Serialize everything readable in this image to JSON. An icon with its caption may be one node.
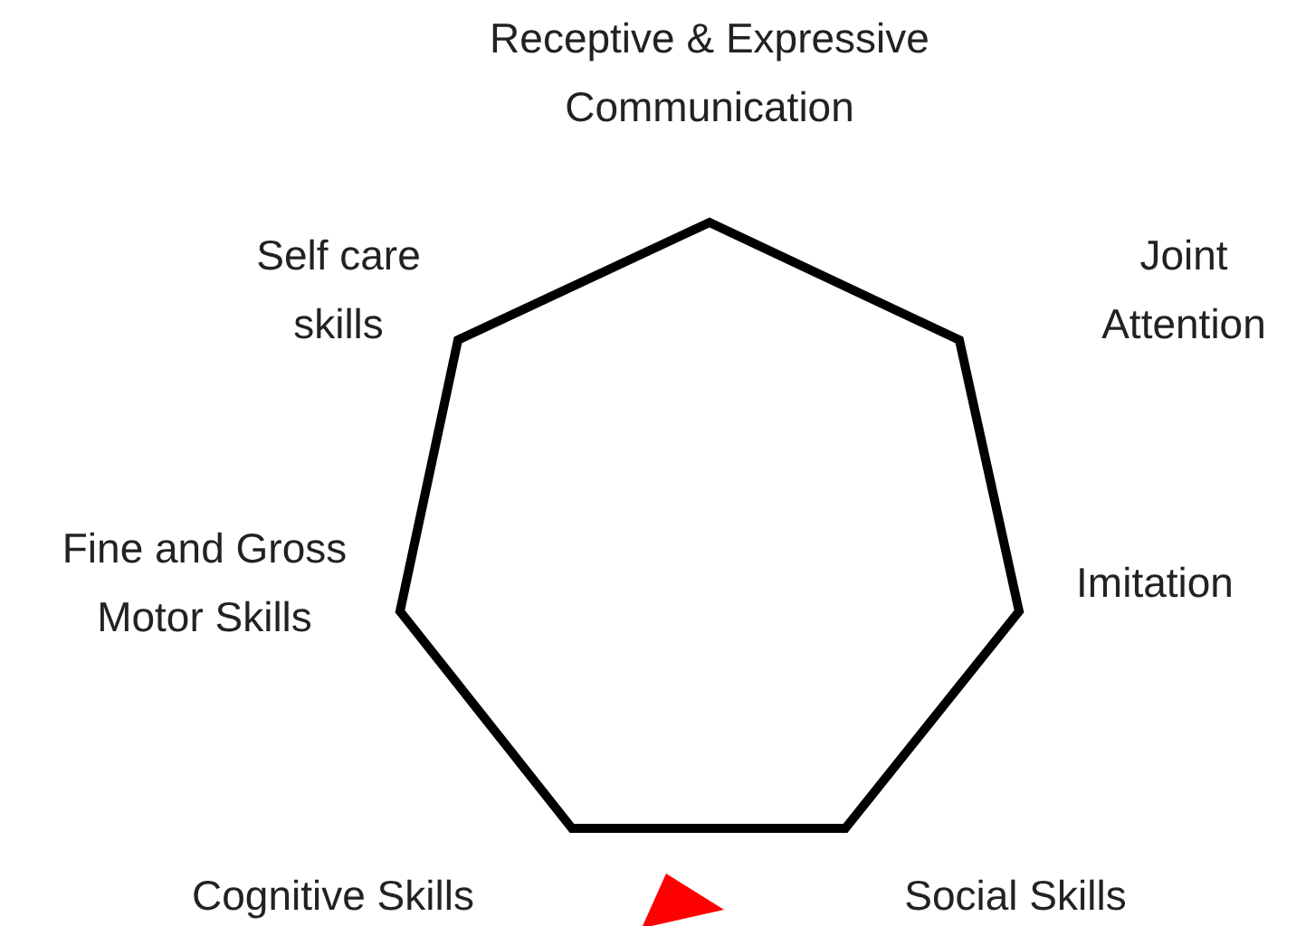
{
  "diagram": {
    "labels": [
      "Receptive & Expressive Communication",
      "Self care skills",
      "Joint Attention",
      "Fine and Gross Motor Skills",
      "Imitation",
      "Cognitive Skills",
      "Social Skills"
    ]
  }
}
